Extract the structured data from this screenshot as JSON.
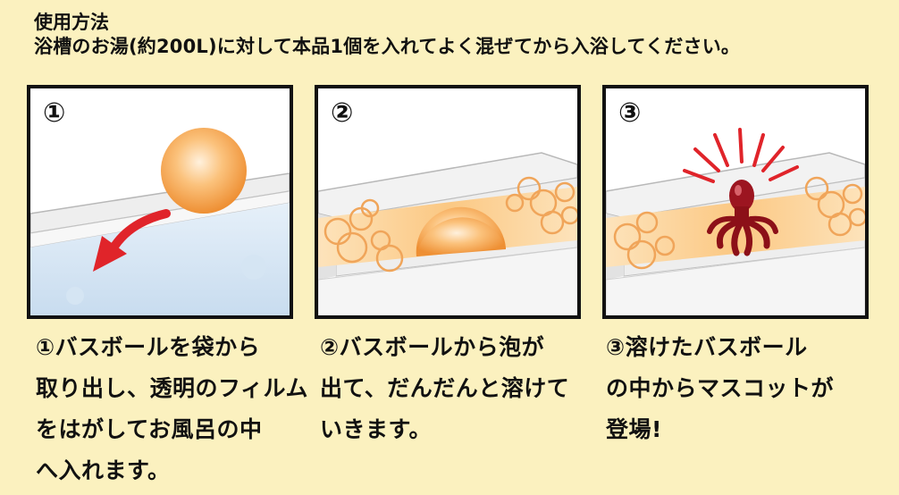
{
  "header": {
    "title": "使用方法",
    "instruction": "浴槽のお湯(約200L)に対して本品1個を入れてよく混ぜてから入浴してください。"
  },
  "steps": [
    {
      "number": "①",
      "caption_lines": [
        "①バスボールを袋から",
        "取り出し、透明のフィルム",
        "をはがしてお風呂の中",
        "へ入れます。"
      ]
    },
    {
      "number": "②",
      "caption_lines": [
        "②バスボールから泡が",
        "出て、だんだんと溶けて",
        "いきます。"
      ]
    },
    {
      "number": "③",
      "caption_lines": [
        "③溶けたバスボール",
        "の中からマスコットが",
        "登場!"
      ]
    }
  ],
  "colors": {
    "background": "#fbf1bf",
    "border": "#111111",
    "ball": "#f4a24a",
    "water": "#dbeaf6",
    "arrow": "#e0242a",
    "mascot": "#9c1520"
  }
}
